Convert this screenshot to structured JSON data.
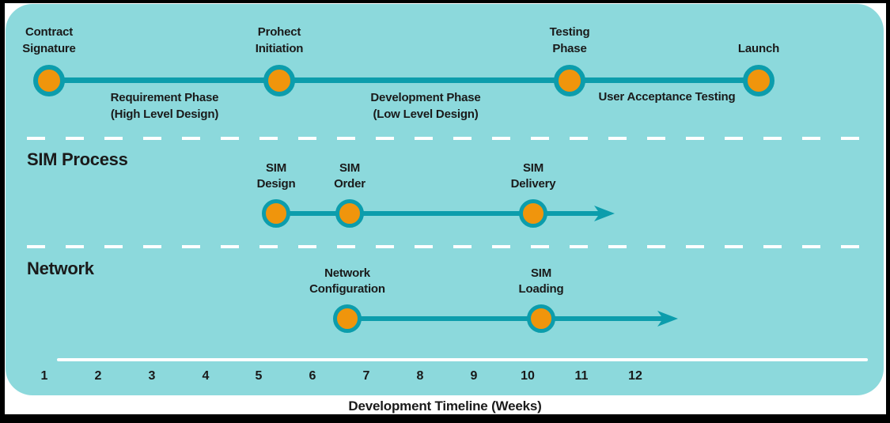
{
  "colors": {
    "panel_background": "#8CD9DC",
    "line_teal": "#0C9DAC",
    "node_orange": "#F0950C",
    "divider_white": "#FFFFFF",
    "frame_black": "#000000",
    "text": "#1A1A1A"
  },
  "main": {
    "milestones": [
      {
        "label": "Contract\nSignature"
      },
      {
        "label": "Prohect\nInitiation"
      },
      {
        "label": "Testing\nPhase"
      },
      {
        "label": "Launch"
      }
    ],
    "phases": [
      {
        "label": "Requirement Phase\n(High Level Design)"
      },
      {
        "label": "Development Phase\n(Low Level Design)"
      },
      {
        "label": "User Acceptance Testing"
      }
    ]
  },
  "lanes": [
    {
      "title": "SIM Process",
      "milestones": [
        {
          "label": "SIM\nDesign"
        },
        {
          "label": "SIM\nOrder"
        },
        {
          "label": "SIM\nDelivery"
        }
      ]
    },
    {
      "title": "Network",
      "milestones": [
        {
          "label": "Network\nConfiguration"
        },
        {
          "label": "SIM\nLoading"
        }
      ]
    }
  ],
  "axis": {
    "weeks": [
      "1",
      "2",
      "3",
      "4",
      "5",
      "6",
      "7",
      "8",
      "9",
      "10",
      "11",
      "12"
    ],
    "title": "Development Timeline (Weeks)"
  }
}
